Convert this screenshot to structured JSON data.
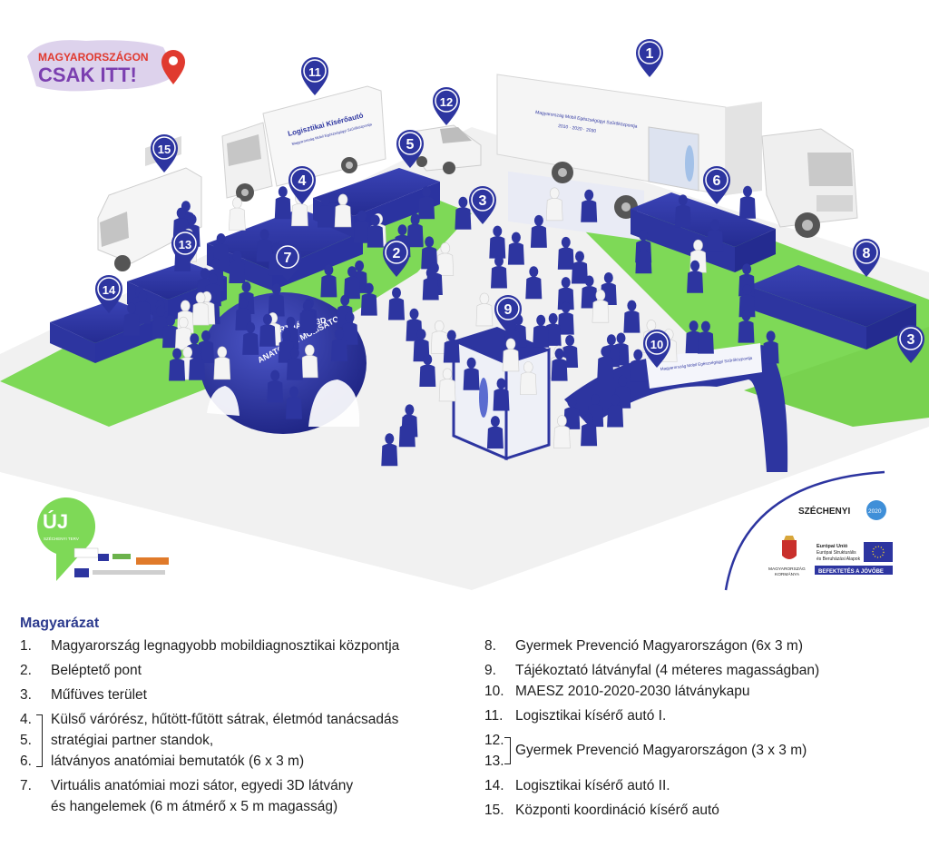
{
  "logo": {
    "line1": "MAGYARORSZÁGON",
    "line2": "CSAK ITT!"
  },
  "uj_badge": {
    "big": "ÚJ",
    "small": "SZÉCHENYI TERV"
  },
  "szechenyi": {
    "title": "SZÉCHENYI",
    "year": "2020",
    "eu_line1": "Európai Unió",
    "eu_line2": "Európai Strukturális",
    "eu_line3": "és Beruházási Alapok",
    "gov_line1": "MAGYARORSZÁG",
    "gov_line2": "KORMÁNYA",
    "slogan": "BEFEKTETÉS A JÖVŐBE"
  },
  "scene_text": {
    "dome_line1": "VIRTUÁLIS 3D",
    "dome_line2": "ANATÓMIAI MOZISÁTOR",
    "truck11": "Logisztikai Kísérőautó",
    "truck11_sub": "Magyarország Mobil Egészségügyi Szűrőközpontja",
    "trailer1_line": "Magyarország Mobil Egészségügyi Szűrőközpontja",
    "trailer1_years": "2010 · 2020 · 2030",
    "arch_text": "Magyarország Mobil Egészségügyi Szűrőközpontja"
  },
  "markers": [
    "1",
    "2",
    "3",
    "3",
    "4",
    "5",
    "6",
    "7",
    "8",
    "9",
    "10",
    "11",
    "12",
    "13",
    "14",
    "15"
  ],
  "colors": {
    "navy": "#2d35a0",
    "green": "#7ed957",
    "red": "#e03a2f",
    "purple": "#7b3fb0"
  },
  "legend": {
    "title": "Magyarázat",
    "left": [
      {
        "num": "1.",
        "text": "Magyarország legnagyobb mobildiagnosztikai központja"
      },
      {
        "num": "2.",
        "text": "Beléptető pont"
      },
      {
        "num": "3.",
        "text": "Műfüves terület"
      }
    ],
    "group456": {
      "nums": [
        "4.",
        "5.",
        "6."
      ],
      "lines": [
        "Külső várórész, hűtött-fűtött sátrak, életmód tanácsadás",
        "stratégiai partner standok,",
        "látványos anatómiai bemutatók (6 x 3 m)"
      ]
    },
    "item7": {
      "num": "7.",
      "line1": "Virtuális anatómiai mozi sátor, egyedi 3D látvány",
      "line2": "és hangelemek (6 m átmérő x 5 m magasság)"
    },
    "right": [
      {
        "num": "8.",
        "text": "Gyermek Prevenció Magyarországon (6x 3 m)"
      },
      {
        "num": "9.",
        "text": "Tájékoztató látványfal (4 méteres magasságban)"
      },
      {
        "num": "10.",
        "text": "MAESZ 2010-2020-2030 látványkapu"
      },
      {
        "num": "11.",
        "text": "Logisztikai kísérő autó I."
      }
    ],
    "group1213": {
      "nums": [
        "12.",
        "13."
      ],
      "text": "Gyermek Prevenció Magyarországon (3 x 3 m)"
    },
    "right2": [
      {
        "num": "14.",
        "text": "Logisztikai kísérő autó II."
      },
      {
        "num": "15.",
        "text": "Központi koordináció kísérő autó"
      }
    ]
  }
}
